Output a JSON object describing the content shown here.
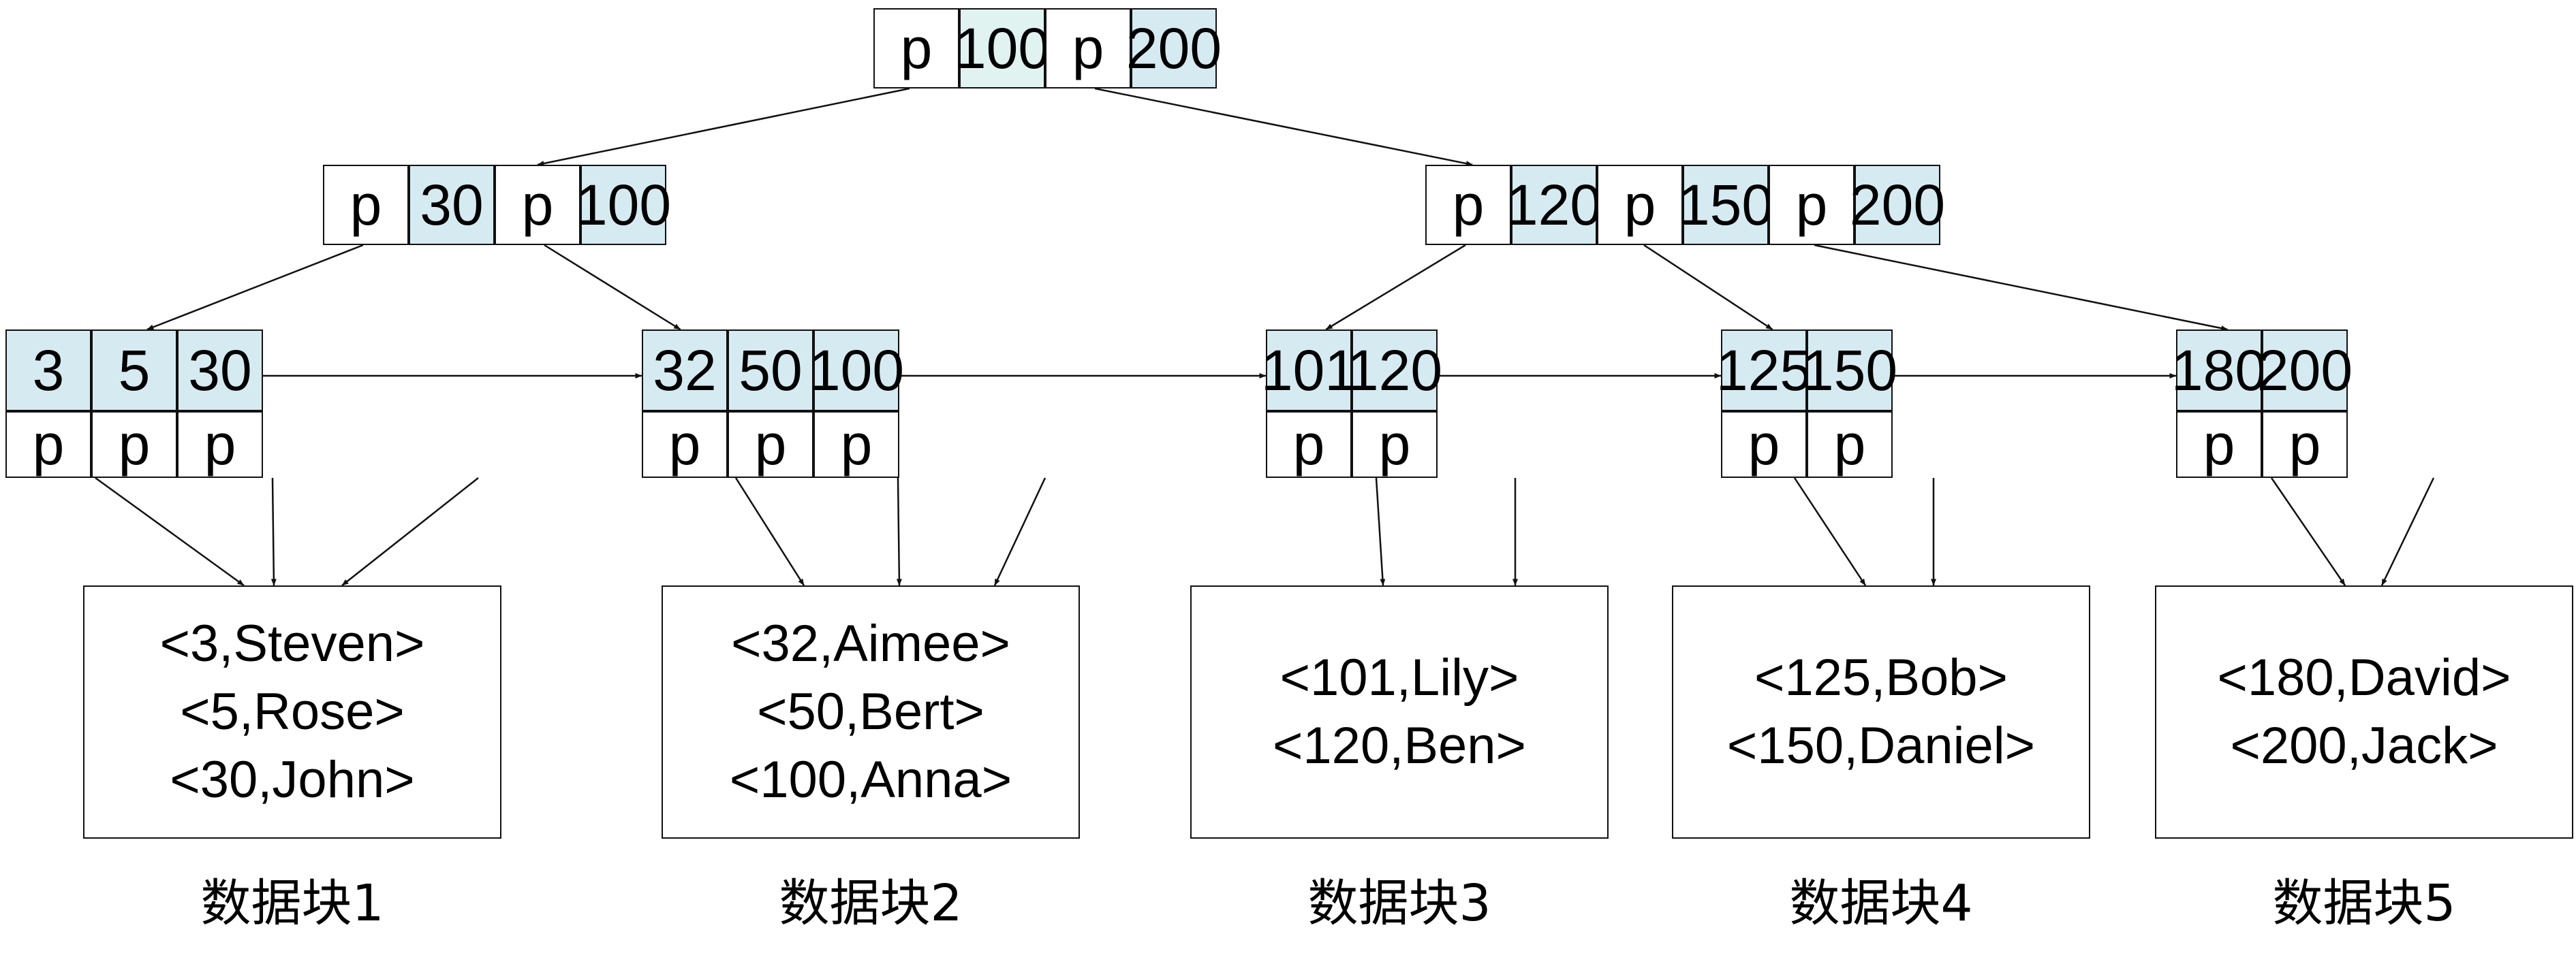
{
  "colors": {
    "key_fill": "#d6ebf1",
    "root_first_key_fill": "#e0f3f0",
    "pointer_fill": "#ffffff",
    "line": "#111111"
  },
  "root": {
    "cells": [
      {
        "kind": "pointer",
        "text": "p"
      },
      {
        "kind": "key",
        "text": "100"
      },
      {
        "kind": "pointer",
        "text": "p"
      },
      {
        "kind": "key",
        "text": "200"
      }
    ]
  },
  "internal_nodes": [
    {
      "name": "internal-node-left",
      "cells": [
        {
          "kind": "pointer",
          "text": "p"
        },
        {
          "kind": "key",
          "text": "30"
        },
        {
          "kind": "pointer",
          "text": "p"
        },
        {
          "kind": "key",
          "text": "100"
        }
      ]
    },
    {
      "name": "internal-node-right",
      "cells": [
        {
          "kind": "pointer",
          "text": "p"
        },
        {
          "kind": "key",
          "text": "120"
        },
        {
          "kind": "pointer",
          "text": "p"
        },
        {
          "kind": "key",
          "text": "150"
        },
        {
          "kind": "pointer",
          "text": "p"
        },
        {
          "kind": "key",
          "text": "200"
        }
      ]
    }
  ],
  "leaves": [
    {
      "keys": [
        "3",
        "5",
        "30"
      ],
      "pointer_label": "p"
    },
    {
      "keys": [
        "32",
        "50",
        "100"
      ],
      "pointer_label": "p"
    },
    {
      "keys": [
        "101",
        "120"
      ],
      "pointer_label": "p"
    },
    {
      "keys": [
        "125",
        "150"
      ],
      "pointer_label": "p"
    },
    {
      "keys": [
        "180",
        "200"
      ],
      "pointer_label": "p"
    }
  ],
  "data_blocks": [
    {
      "records": [
        "<3,Steven>",
        "<5,Rose>",
        "<30,John>"
      ],
      "label": "数据块1"
    },
    {
      "records": [
        "<32,Aimee>",
        "<50,Bert>",
        "<100,Anna>"
      ],
      "label": "数据块2"
    },
    {
      "records": [
        "<101,Lily>",
        "<120,Ben>"
      ],
      "label": "数据块3"
    },
    {
      "records": [
        "<125,Bob>",
        "<150,Daniel>"
      ],
      "label": "数据块4"
    },
    {
      "records": [
        "<180,David>",
        "<200,Jack>"
      ],
      "label": "数据块5"
    }
  ]
}
